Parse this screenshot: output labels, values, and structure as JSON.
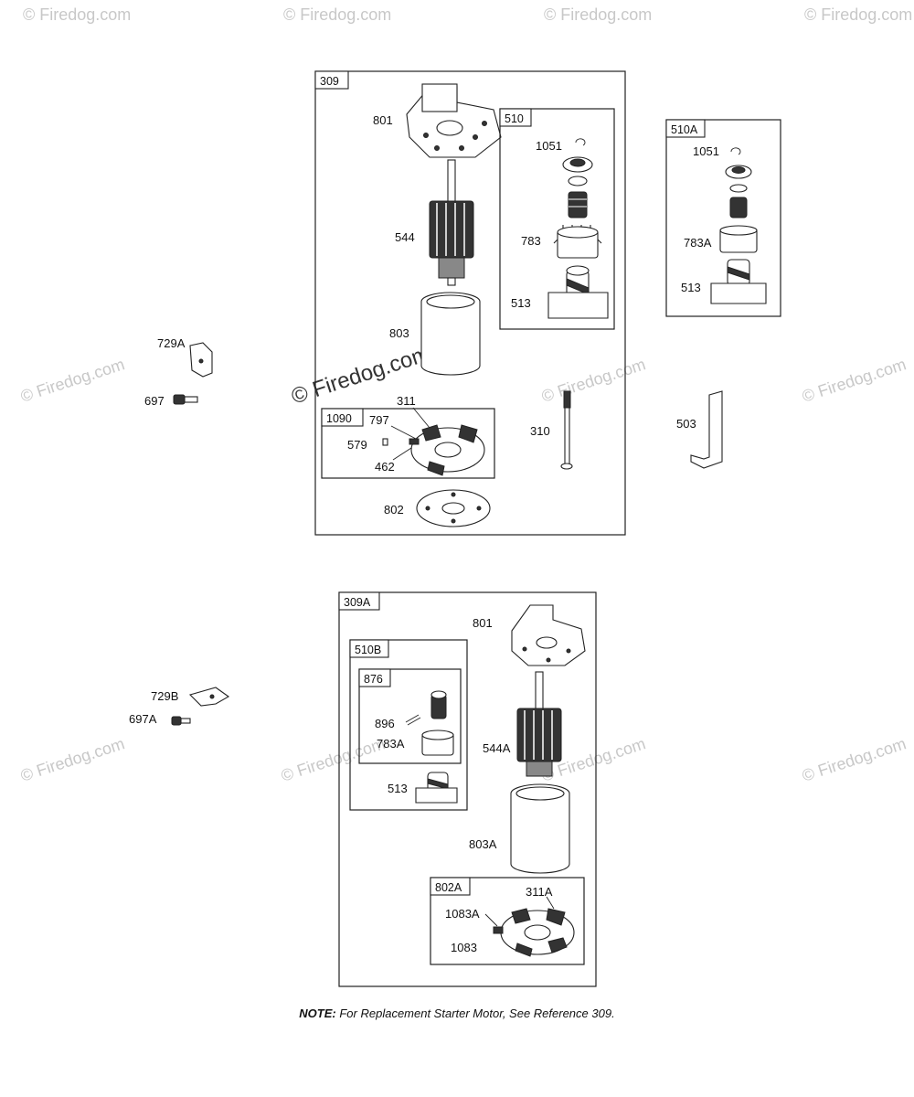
{
  "watermark": {
    "text": "© Firedog.com",
    "text_large": "© Firedog.com"
  },
  "groups": [
    {
      "id": "309",
      "label": "309"
    },
    {
      "id": "510",
      "label": "510"
    },
    {
      "id": "510A",
      "label": "510A"
    },
    {
      "id": "1090",
      "label": "1090"
    },
    {
      "id": "309A",
      "label": "309A"
    },
    {
      "id": "510B",
      "label": "510B"
    },
    {
      "id": "876",
      "label": "876"
    },
    {
      "id": "802A",
      "label": "802A"
    }
  ],
  "parts": {
    "p801": "801",
    "p544": "544",
    "p803": "803",
    "p311": "311",
    "p797": "797",
    "p579": "579",
    "p462": "462",
    "p802": "802",
    "p310": "310",
    "p1051": "1051",
    "p783": "783",
    "p513": "513",
    "p1051b": "1051",
    "p783A": "783A",
    "p513b": "513",
    "p503": "503",
    "p729A": "729A",
    "p697": "697",
    "p729B": "729B",
    "p697A": "697A",
    "p801b": "801",
    "p544A": "544A",
    "p803A": "803A",
    "p896": "896",
    "p783Ab": "783A",
    "p513c": "513",
    "p311A": "311A",
    "p1083A": "1083A",
    "p1083": "1083"
  },
  "note": {
    "label": "NOTE:",
    "text": " For Replacement Starter Motor, See Reference 309."
  },
  "colors": {
    "line": "#222222",
    "watermark": "#c8c8c8"
  }
}
